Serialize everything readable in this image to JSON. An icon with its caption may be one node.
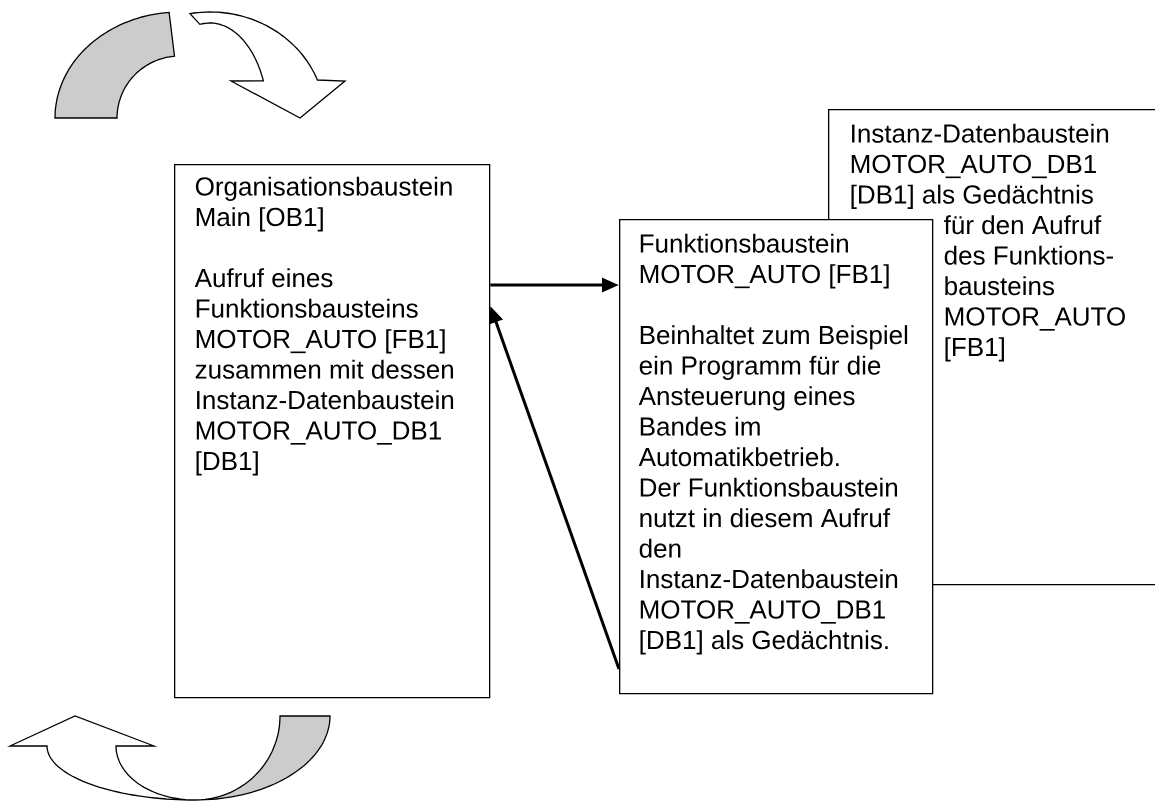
{
  "diagram": {
    "nodes": [
      {
        "text": [
          "Organisationsbaustein Main [OB1]",
          "Aufruf eines Funktionsbausteins MOTOR_AUTO [FB1] zusammen mit dessen Instanz-Datenbaustein MOTOR_AUTO_DB1 [DB1]"
        ]
      },
      {
        "text": [
          "Funktionsbaustein MOTOR_AUTO [FB1]",
          "Beinhaltet zum Beispiel ein Programm für die Ansteuerung eines Bandes im Automatikbetrieb.",
          "Der Funktionsbaustein nutzt in diesem Aufruf den Instanz-Datenbaustein MOTOR_AUTO_DB1 [DB1] als Gedächtnis."
        ]
      },
      {
        "text": [
          "Instanz-Datenbaustein MOTOR_AUTO_DB1 [DB1] als Gedächtnis für den Aufruf des Funktions-bausteins MOTOR_AUTO [FB1]"
        ]
      }
    ],
    "edges": [
      {
        "from": 0,
        "to": 1,
        "arrow": "to"
      },
      {
        "from": 1,
        "to": 0,
        "arrow": "to"
      }
    ]
  }
}
